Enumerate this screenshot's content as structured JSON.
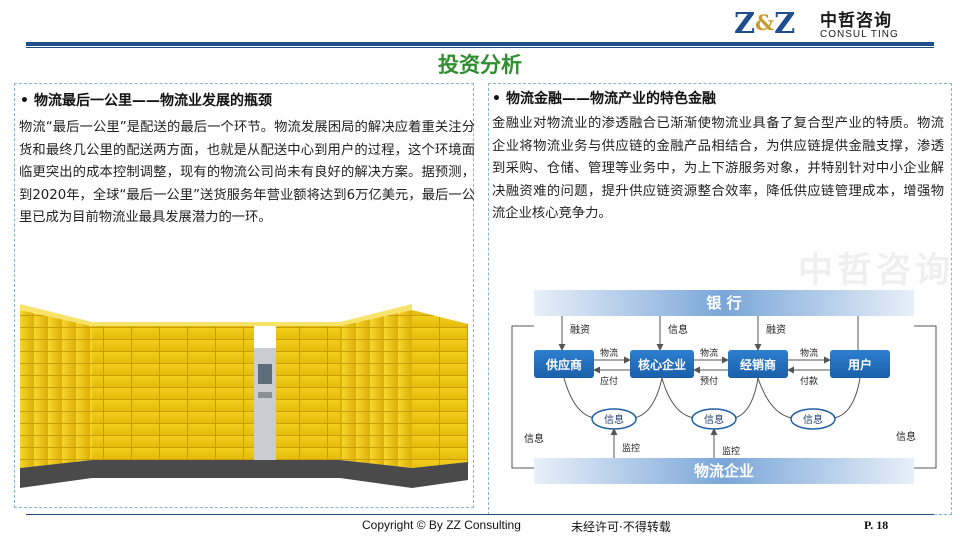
{
  "header": {
    "logo_mark": "Z&Z",
    "logo_cn": "中哲咨询",
    "logo_en": "CONSUL TING"
  },
  "page_title": "投资分析",
  "left": {
    "bullet": "•",
    "heading": "物流最后一公里——物流业发展的瓶颈",
    "paragraph": "物流“最后一公里”是配送的最后一个环节。物流发展困局的解决应着重关注分货和最终几公里的配送两方面，也就是从配送中心到用户的过程，这个环境面临更突出的成本控制调整，现有的物流公司尚未有良好的解决方案。据预测，到2020年，全球“最后一公里”送货服务年营业额将达到6万亿美元，最后一公里已成为目前物流业最具发展潜力的一环。"
  },
  "right": {
    "bullet": "•",
    "heading": "物流金融——物流产业的特色金融",
    "paragraph": "金融业对物流业的渗透融合已渐渐使物流业具备了复合型产业的特质。物流企业将物流业务与供应链的金融产品相结合，为供应链提供金融支撑，渗透到采购、仓储、管理等业务中，为上下游服务对象，并特别针对中小企业解决融资难的问题，提升供应链资源整合效率，降低供应链管理成本，增强物流企业核心竞争力。"
  },
  "watermark": "中哲咨询",
  "diagram": {
    "bank": "银 行",
    "logistics_company": "物流企业",
    "nodes": [
      "供应商",
      "核心企业",
      "经销商",
      "用户"
    ],
    "financing": "融资",
    "info": "信息",
    "logistics": "物流",
    "payment_prepay": "应付",
    "payment_advance": "预付",
    "payment_pay": "付款",
    "monitor": "监控"
  },
  "footer": {
    "copyright": "Copyright © By  ZZ Consulting",
    "note": "未经许可·不得转载",
    "page": "P. 18"
  }
}
